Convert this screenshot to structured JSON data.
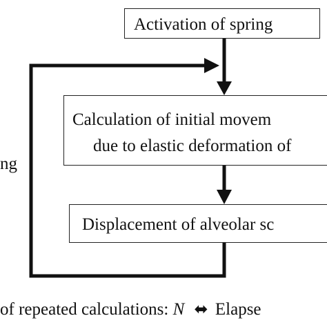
{
  "diagram": {
    "nodes": [
      {
        "id": "activation",
        "label": "Activation of spring"
      },
      {
        "id": "calculation",
        "label_line1": "Calculation of initial movem",
        "label_line2": "due to elastic deformation of"
      },
      {
        "id": "displacement",
        "label": "Displacement of alveolar sc"
      }
    ],
    "side_label": "ng",
    "footer": {
      "text": "of repeated calculations: ",
      "variable": "N",
      "double_arrow_symbol": "⬌",
      "tail_text": "Elapse"
    },
    "colors": {
      "line": "#111111",
      "box_border": "#222222",
      "text": "#111111"
    }
  }
}
